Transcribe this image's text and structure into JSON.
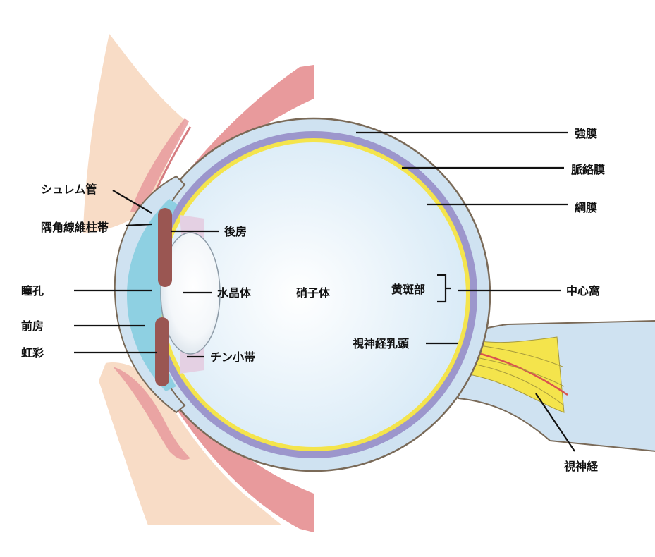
{
  "title": "眼球の断面図",
  "labels": {
    "sclera": "強膜",
    "choroid": "脈絡膜",
    "retina": "網膜",
    "fovea": "中心窩",
    "macula": "黄斑部",
    "optic_disc": "視神経乳頭",
    "optic_nerve": "視神経",
    "schlemm_canal": "シュレム管",
    "trabecular_meshwork": "隅角線維柱帯",
    "pupil": "瞳孔",
    "anterior_chamber": "前房",
    "iris": "虹彩",
    "posterior_chamber": "後房",
    "lens": "水晶体",
    "vitreous": "硝子体",
    "zonule": "チン小帯"
  },
  "colors": {
    "sclera": "#cfe2f1",
    "choroid": "#9c96cc",
    "retina": "#f4e44c",
    "anterior_chamber": "#8ed0e2",
    "iris": "#9a5652",
    "skin": "#f8dcc6",
    "orbit": "#e89a9c"
  }
}
